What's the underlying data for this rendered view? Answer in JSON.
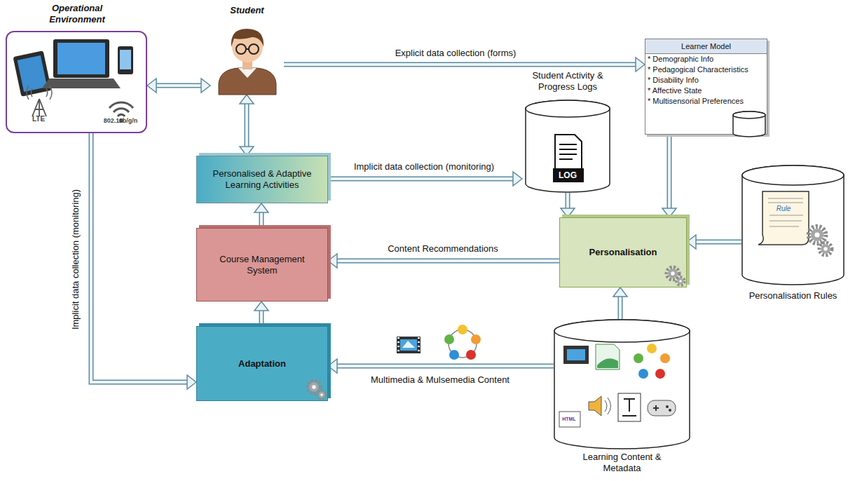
{
  "diagram": {
    "nodes": [
      {
        "text": [
          "Operational Environment"
        ]
      },
      {
        "text": [
          "Student"
        ]
      },
      {
        "text": [
          "Learner Model",
          "* Demographic Info",
          "* Pedagogical Characteristics",
          "* Disability Info",
          "* Affective State",
          "* Multisensorial Preferences"
        ]
      },
      {
        "text": [
          "Student Activity & Progress Logs"
        ]
      },
      {
        "text": [
          "Personalised & Adaptive Learning Activities"
        ]
      },
      {
        "text": [
          "Course Management System"
        ]
      },
      {
        "text": [
          "Personalisation"
        ]
      },
      {
        "text": [
          "Personalisation Rules"
        ]
      },
      {
        "text": [
          "Adaptation"
        ]
      },
      {
        "text": [
          "Learning Content & Metadata"
        ]
      }
    ],
    "edges": [
      {
        "from": 0,
        "to": 1,
        "arrow": "both"
      },
      {
        "from": 1,
        "to": 2,
        "label": "Explicit data collection (forms)",
        "arrow": "to"
      },
      {
        "from": 1,
        "to": 4,
        "arrow": "both"
      },
      {
        "from": 4,
        "to": 3,
        "label": "Implicit data collection (monitoring)",
        "arrow": "to"
      },
      {
        "from": 3,
        "to": 6,
        "arrow": "to"
      },
      {
        "from": 2,
        "to": 6,
        "arrow": "to"
      },
      {
        "from": 7,
        "to": 6,
        "arrow": "to"
      },
      {
        "from": 6,
        "to": 5,
        "label": "Content Recommendations",
        "arrow": "to"
      },
      {
        "from": 5,
        "to": 4,
        "arrow": "to"
      },
      {
        "from": 8,
        "to": 5,
        "arrow": "to"
      },
      {
        "from": 9,
        "to": 8,
        "label": "Multimedia & Mulsemedia Content",
        "arrow": "to"
      },
      {
        "from": 9,
        "to": 6,
        "arrow": "to"
      },
      {
        "from": 0,
        "to": 8,
        "label": "Implicit data collection (monitoring)",
        "arrow": "to"
      }
    ],
    "labels": [
      "LTE",
      "802.11b/g/n",
      "LOG",
      "Rule",
      "HTML"
    ]
  }
}
